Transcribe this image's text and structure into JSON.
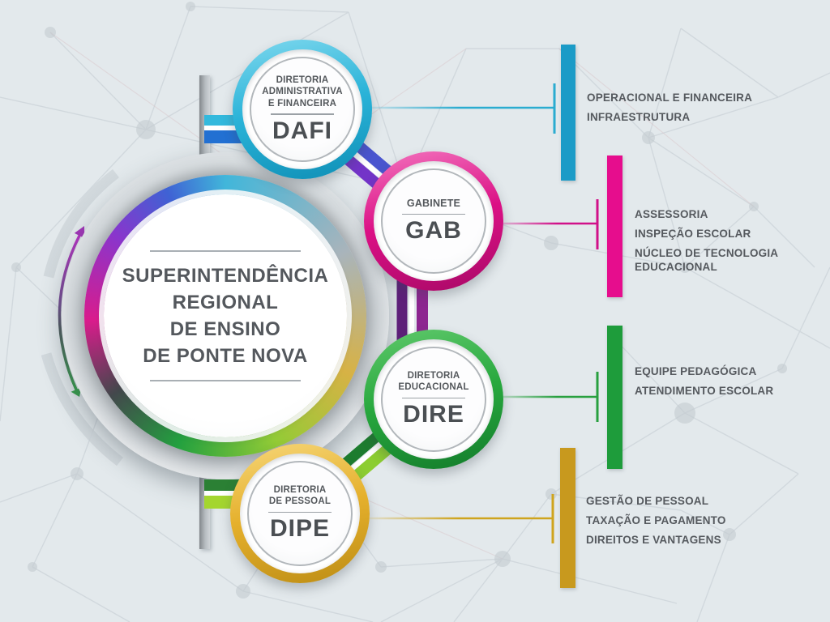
{
  "center": {
    "title_lines": [
      "SUPERINTENDÊNCIA",
      "REGIONAL",
      "DE ENSINO",
      "DE PONTE NOVA"
    ]
  },
  "departments": [
    {
      "name_lines": [
        "DIRETORIA",
        "ADMINISTRATIVA",
        "E FINANCEIRA"
      ],
      "acronym": "DAFI",
      "color": "#1b9bc7",
      "units": [
        "OPERACIONAL E FINANCEIRA",
        "INFRAESTRUTURA"
      ]
    },
    {
      "name_lines": [
        "GABINETE"
      ],
      "acronym": "GAB",
      "color": "#e60d8d",
      "units": [
        "ASSESSORIA",
        "INSPEÇÃO ESCOLAR",
        "NÚCLEO DE TECNOLOGIA EDUCACIONAL"
      ]
    },
    {
      "name_lines": [
        "DIRETORIA",
        "EDUCACIONAL"
      ],
      "acronym": "DIRE",
      "color": "#1e9c3b",
      "units": [
        "EQUIPE PEDAGÓGICA",
        "ATENDIMENTO ESCOLAR"
      ]
    },
    {
      "name_lines": [
        "DIRETORIA",
        "DE PESSOAL"
      ],
      "acronym": "DIPE",
      "color": "#c8991e",
      "units": [
        "GESTÃO DE PESSOAL",
        "TAXAÇÃO E PAGAMENTO",
        "DIREITOS E VANTAGENS"
      ]
    }
  ]
}
